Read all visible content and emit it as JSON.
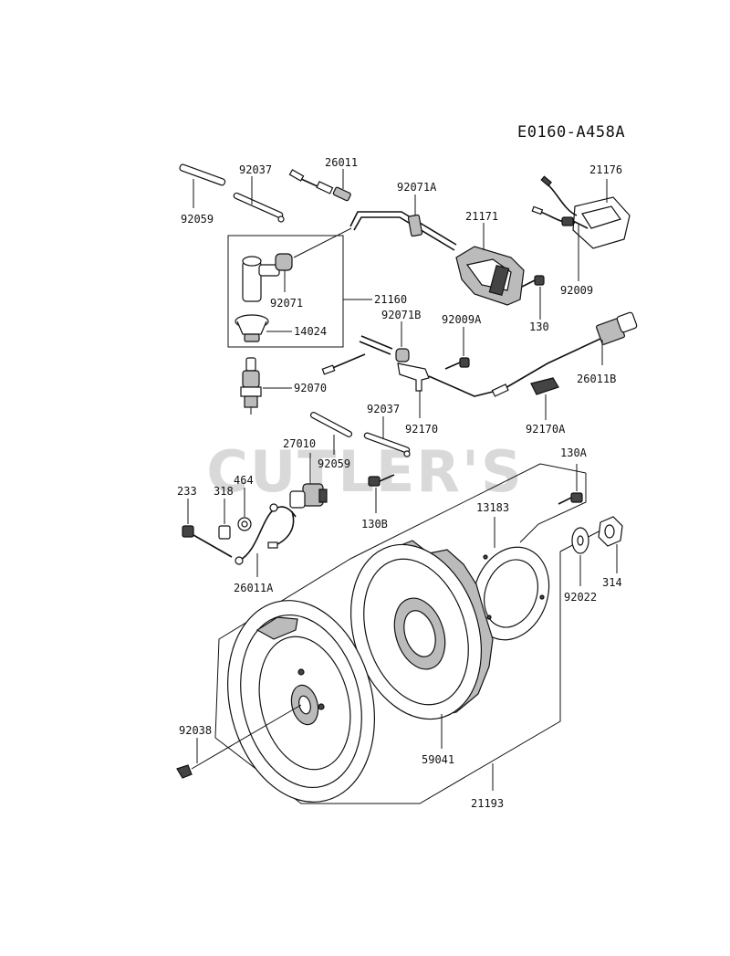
{
  "diagram_code": "E0160-A458A",
  "watermark": "CUTLER'S",
  "parts": {
    "p92059a": "92059",
    "p92037a": "92037",
    "p26011": "26011",
    "p92071A": "92071A",
    "p21171": "21171",
    "p21176": "21176",
    "p92009": "92009",
    "p21160": "21160",
    "p92071": "92071",
    "p14024": "14024",
    "p92071B": "92071B",
    "p92009A": "92009A",
    "p130": "130",
    "p26011B": "26011B",
    "p92070": "92070",
    "p92037b": "92037",
    "p92170": "92170",
    "p92170A": "92170A",
    "p27010": "27010",
    "p92059b": "92059",
    "p130A": "130A",
    "p233": "233",
    "p318": "318",
    "p464": "464",
    "p130B": "130B",
    "p13183": "13183",
    "p26011A": "26011A",
    "p314": "314",
    "p92022": "92022",
    "p92038": "92038",
    "p59041": "59041",
    "p21193": "21193"
  }
}
